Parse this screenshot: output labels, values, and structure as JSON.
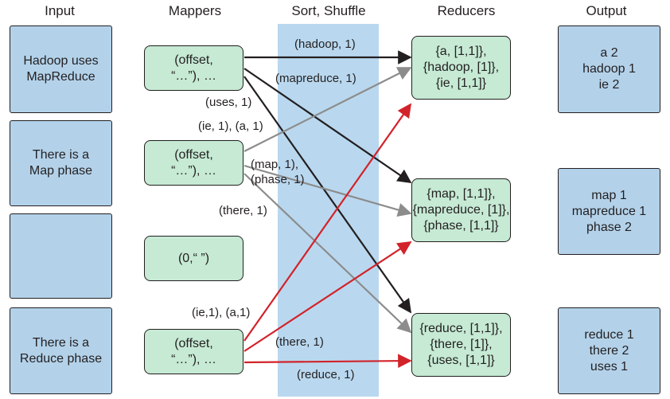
{
  "headers": {
    "input": "Input",
    "mappers": "Mappers",
    "sort_shuffle": "Sort, Shuffle",
    "reducers": "Reducers",
    "output": "Output"
  },
  "inputs": [
    "Hadoop uses\nMapReduce",
    "There is a\nMap phase",
    "",
    "There is a\nReduce phase"
  ],
  "mappers": [
    "(offset,\n“…”), …",
    "(offset,\n“…”), …",
    "(0,“ ”)",
    "(offset,\n“…”), …"
  ],
  "reducers": [
    "{a, [1,1]},\n{hadoop, [1]},\n{ie, [1,1]}",
    "{map, [1,1]},\n{mapreduce, [1]},\n{phase, [1,1]}",
    "{reduce, [1,1]},\n{there, [1]},\n{uses, [1,1]}"
  ],
  "outputs": [
    "a 2\nhadoop 1\nie 2",
    "map 1\nmapreduce 1\nphase 2",
    "reduce 1\nthere 2\nuses 1"
  ],
  "edge_labels": {
    "hadoop": "(hadoop, 1)",
    "mapreduce": "(mapreduce, 1)",
    "uses": "(uses, 1)",
    "ie_a_2": "(ie, 1), (a, 1)",
    "map": "(map, 1),",
    "phase": "(phase, 1)",
    "there_2": "(there, 1)",
    "ie_a_4": "(ie,1), (a,1)",
    "there_4": "(there, 1)",
    "reduce": "(reduce, 1)"
  },
  "colors": {
    "black_edge": "#231f20",
    "gray_edge": "#8c8c8c",
    "red_edge": "#d2232a",
    "box_blue": "#b3d2ea",
    "box_green": "#c6ead4",
    "shuffle_band": "#b9d8ef"
  }
}
